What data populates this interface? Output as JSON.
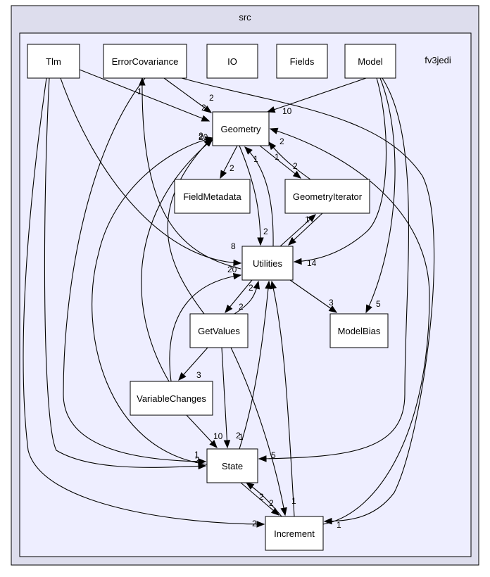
{
  "outer_cluster": {
    "label": "src",
    "fill": "#dddded",
    "stroke": "#000000"
  },
  "inner_cluster": {
    "label": "fv3jedi",
    "fill": "#eeeeff",
    "stroke": "#000000"
  },
  "nodes": [
    {
      "id": "tlm",
      "label": "Tlm",
      "border": "#000000"
    },
    {
      "id": "errcov",
      "label": "ErrorCovariance",
      "border": "#000000"
    },
    {
      "id": "io",
      "label": "IO",
      "border": "#000000"
    },
    {
      "id": "fields",
      "label": "Fields",
      "border": "#000000"
    },
    {
      "id": "model",
      "label": "Model",
      "border": "#ff0000"
    },
    {
      "id": "geometry",
      "label": "Geometry",
      "border": "#000000"
    },
    {
      "id": "fieldmetadata",
      "label": "FieldMetadata",
      "border": "#000000"
    },
    {
      "id": "geomiter",
      "label": "GeometryIterator",
      "border": "#000000"
    },
    {
      "id": "utilities",
      "label": "Utilities",
      "border": "#000000"
    },
    {
      "id": "getvalues",
      "label": "GetValues",
      "border": "#000000"
    },
    {
      "id": "modelbias",
      "label": "ModelBias",
      "border": "#000000"
    },
    {
      "id": "varchanges",
      "label": "VariableChanges",
      "border": "#ff0000"
    },
    {
      "id": "state",
      "label": "State",
      "border": "#000000"
    },
    {
      "id": "increment",
      "label": "Increment",
      "border": "#000000"
    }
  ],
  "edges": [
    {
      "from": "tlm",
      "to": "geometry",
      "label": "2"
    },
    {
      "from": "tlm",
      "to": "utilities",
      "label": "8"
    },
    {
      "from": "tlm",
      "to": "state",
      "label": "1"
    },
    {
      "from": "tlm",
      "to": "increment",
      "label": "2"
    },
    {
      "from": "errcov",
      "to": "geometry",
      "label": "2"
    },
    {
      "from": "errcov",
      "to": "state",
      "label": "2"
    },
    {
      "from": "errcov",
      "to": "increment",
      "label": "1"
    },
    {
      "from": "model",
      "to": "geometry",
      "label": "10"
    },
    {
      "from": "model",
      "to": "utilities",
      "label": "14"
    },
    {
      "from": "model",
      "to": "modelbias",
      "label": "5"
    },
    {
      "from": "model",
      "to": "state",
      "label": ""
    },
    {
      "from": "geometry",
      "to": "fieldmetadata",
      "label": "2"
    },
    {
      "from": "geometry",
      "to": "geomiter",
      "label": "2"
    },
    {
      "from": "geometry",
      "to": "utilities",
      "label": "2"
    },
    {
      "from": "geomiter",
      "to": "geometry",
      "label": "1"
    },
    {
      "from": "geomiter",
      "to": "utilities",
      "label": "1"
    },
    {
      "from": "utilities",
      "to": "geometry",
      "label": "1"
    },
    {
      "from": "utilities",
      "to": "geomiter",
      "label": "1"
    },
    {
      "from": "utilities",
      "to": "getvalues",
      "label": "2"
    },
    {
      "from": "utilities",
      "to": "modelbias",
      "label": "3"
    },
    {
      "from": "utilities",
      "to": "errcov",
      "label": "1"
    },
    {
      "from": "getvalues",
      "to": "geometry",
      "label": "20"
    },
    {
      "from": "getvalues",
      "to": "utilities",
      "label": "2"
    },
    {
      "from": "getvalues",
      "to": "varchanges",
      "label": "3"
    },
    {
      "from": "getvalues",
      "to": "state",
      "label": "2"
    },
    {
      "from": "getvalues",
      "to": "increment",
      "label": "5"
    },
    {
      "from": "varchanges",
      "to": "geometry",
      "label": "2"
    },
    {
      "from": "varchanges",
      "to": "utilities",
      "label": "20"
    },
    {
      "from": "varchanges",
      "to": "state",
      "label": "10"
    },
    {
      "from": "state",
      "to": "geometry",
      "label": "2"
    },
    {
      "from": "state",
      "to": "utilities",
      "label": "1"
    },
    {
      "from": "state",
      "to": "increment",
      "label": "2"
    },
    {
      "from": "increment",
      "to": "geometry",
      "label": "2"
    },
    {
      "from": "increment",
      "to": "utilities",
      "label": "1"
    },
    {
      "from": "increment",
      "to": "state",
      "label": "2"
    }
  ]
}
